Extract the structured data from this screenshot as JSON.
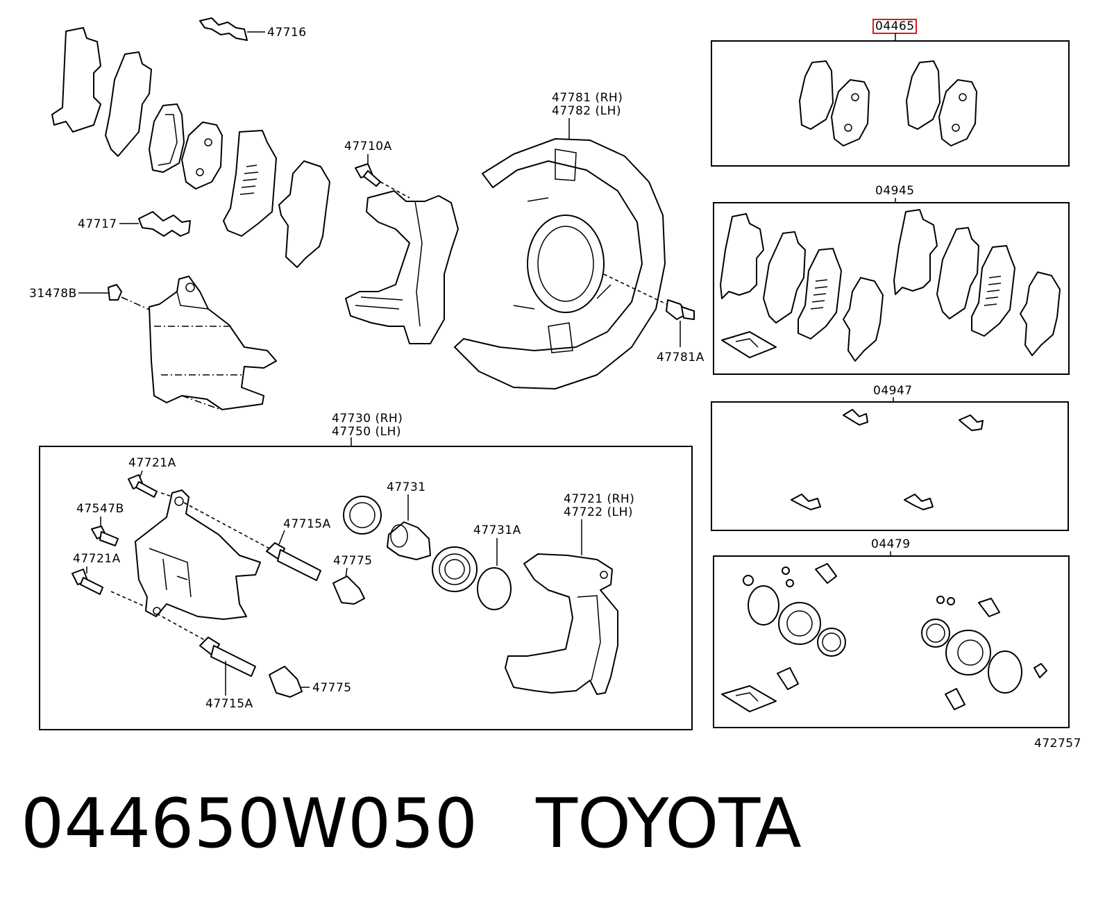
{
  "labels": {
    "p47716": "47716",
    "p47717": "47717",
    "p31478b": "31478B",
    "p47710a": "47710A",
    "p47781_rh": "47781 (RH)",
    "p47782_lh": "47782 (LH)",
    "p47781a": "47781A",
    "p47730_rh": "47730 (RH)",
    "p47750_lh": "47750 (LH)",
    "p47721a_top": "47721A",
    "p47547b": "47547B",
    "p47721a_mid": "47721A",
    "p47715a_top": "47715A",
    "p47775_top": "47775",
    "p47731": "47731",
    "p47731a": "47731A",
    "p47721_rh": "47721 (RH)",
    "p47722_lh": "47722 (LH)",
    "p47715a_bottom": "47715A",
    "p47775_bottom": "47775",
    "kit_04465": "04465",
    "kit_04945": "04945",
    "kit_04947": "04947",
    "kit_04479": "04479",
    "diagram_id": "472757"
  },
  "caption": {
    "part_number": "044650W050",
    "brand": "TOYOTA"
  },
  "colors": {
    "line": "#000000",
    "highlight": "#e01818",
    "background": "#ffffff"
  }
}
